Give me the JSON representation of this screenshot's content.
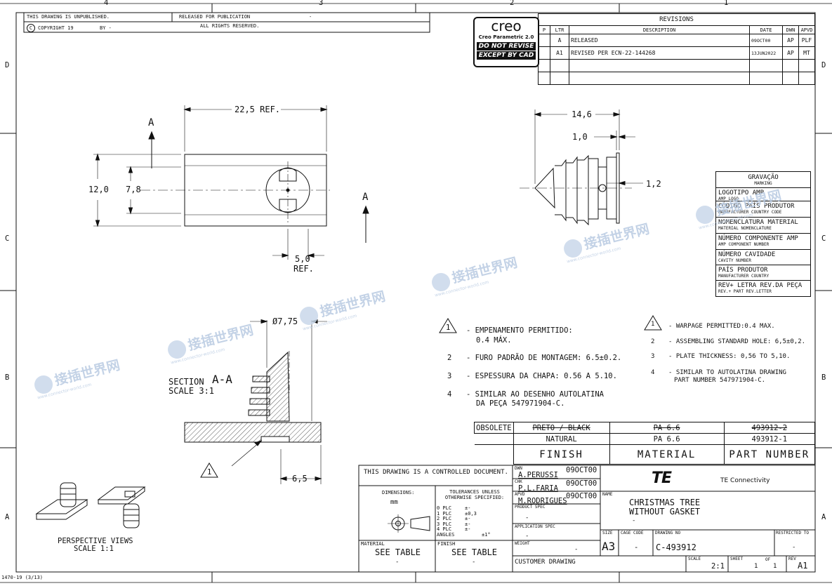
{
  "header": {
    "unpublished": "THIS DRAWING IS UNPUBLISHED.",
    "released_for_publication": "RELEASED FOR PUBLICATION",
    "released_dash": "-",
    "copyright": "COPYRIGHT 19",
    "by": "BY -",
    "all_rights": "ALL RIGHTS RESERVED."
  },
  "zones": {
    "columns": [
      "4",
      "3",
      "2",
      "1"
    ],
    "rows": [
      "D",
      "C",
      "B",
      "A"
    ]
  },
  "creo_stamp": {
    "logo": "creo",
    "product": "Creo Parametric 2.0",
    "line1": "DO NOT REVISE",
    "line2": "EXCEPT BY CAD"
  },
  "revisions": {
    "title": "REVISIONS",
    "headers": [
      "P",
      "LTR",
      "DESCRIPTION",
      "DATE",
      "DWN",
      "APVD"
    ],
    "rows": [
      {
        "p": "",
        "ltr": "A",
        "desc": "RELEASED",
        "date": "09OCT00",
        "dwn": "AP",
        "apvd": "PLF"
      },
      {
        "p": "",
        "ltr": "A1",
        "desc": "REVISED PER ECN-22-144268",
        "date": "13JUN2022",
        "dwn": "AP",
        "apvd": "MT"
      }
    ]
  },
  "dimensions": {
    "d22_5": "22,5 REF.",
    "d12_0": "12,0",
    "d7_8": "7,8",
    "d5_0": "5,0",
    "ref": "REF.",
    "d14_6": "14,6",
    "d1_0": "1,0",
    "d1_2": "1,2",
    "d7_75": "Ø7,75",
    "d6_5": "6,5",
    "section_letter_a": "A"
  },
  "views": {
    "section_label": "SECTION",
    "section_name": "A-A",
    "section_scale": "SCALE  3:1",
    "perspective_label": "PERSPECTIVE VIEWS",
    "perspective_scale": "SCALE  1:1",
    "note_flag": "1"
  },
  "marking": {
    "title": "GRAVAÇÃO",
    "subtitle": "MARKING",
    "items": [
      {
        "main": "LOGOTIPO AMP",
        "sub": "AMP LOGO"
      },
      {
        "main": "CÓDIGO PAÍS PRODUTOR",
        "sub": "MANUFACTURER COUNTRY CODE"
      },
      {
        "main": "NOMENCLATURA MATERIAL",
        "sub": "MATERIAL NOMENCLATURE"
      },
      {
        "main": "NÚMERO COMPONENTE AMP",
        "sub": "AMP COMPONENT NUMBER"
      },
      {
        "main": "NÚMERO CAVIDADE",
        "sub": "CAVITY NUMBER"
      },
      {
        "main": "PAÍS PRODUTOR",
        "sub": "MANUFACTURER COUNTRY"
      },
      {
        "main": "REV+ LETRA REV.DA PEÇA",
        "sub": "REV.+ PART REV.LETTER"
      }
    ]
  },
  "notes_pt": [
    {
      "num": "1",
      "line1": "- EMPENAMENTO PERMITIDO:",
      "line2": "0.4 MÁX."
    },
    {
      "num": "2",
      "line1": "- FURO PADRÃO DE MONTAGEM: 6.5±0.2.",
      "line2": ""
    },
    {
      "num": "3",
      "line1": "- ESPESSURA DA CHAPA: 0.56 A 5.10.",
      "line2": ""
    },
    {
      "num": "4",
      "line1": "- SIMILAR AO DESENHO AUTOLATINA",
      "line2": "DA PEÇA 547971904-C."
    }
  ],
  "notes_en": [
    {
      "num": "1",
      "line1": "- WARPAGE PERMITTED:0.4 MAX.",
      "line2": ""
    },
    {
      "num": "2",
      "line1": "- ASSEMBLING STANDARD HOLE: 6,5±0,2.",
      "line2": ""
    },
    {
      "num": "3",
      "line1": "- PLATE THICKNESS: 0,56 TO 5,10.",
      "line2": ""
    },
    {
      "num": "4",
      "line1": "- SIMILAR TO AUTOLATINA DRAWING",
      "line2": "PART NUMBER 547971904-C."
    }
  ],
  "finish_table": {
    "obsolete": "OBSOLETE",
    "rows": [
      {
        "finish": "PRETO / BLACK",
        "material": "PA 6.6",
        "part": "493912-2",
        "struck": true
      },
      {
        "finish": "NATURAL",
        "material": "PA 6.6",
        "part": "493912-1",
        "struck": false
      }
    ],
    "headers": {
      "finish": "FINISH",
      "material": "MATERIAL",
      "part": "PART NUMBER"
    }
  },
  "title_block": {
    "controlled": "THIS DRAWING IS A CONTROLLED DOCUMENT.",
    "dimensions_label": "DIMENSIONS:",
    "dimensions_unit": "mm",
    "tolerances": "TOLERANCES UNLESS OTHERWISE SPECIFIED:",
    "tol_rows": [
      {
        "label": "0 PLC",
        "value": "±-"
      },
      {
        "label": "1 PLC",
        "value": "±0,3"
      },
      {
        "label": "2 PLC",
        "value": "±-"
      },
      {
        "label": "3 PLC",
        "value": "±-"
      },
      {
        "label": "4 PLC",
        "value": "±-"
      },
      {
        "label": "ANGLES",
        "value": "±1°"
      }
    ],
    "material_label": "MATERIAL",
    "material_value": "SEE TABLE",
    "material_dash": "-",
    "finish_label": "FINISH",
    "finish_value": "SEE TABLE",
    "finish_dash": "-",
    "dwn_label": "DWN",
    "dwn_name": "A.PERUSSI",
    "dwn_date": "09OCT00",
    "chk_label": "CHK",
    "chk_name": "P.L.FARIA",
    "chk_date": "09OCT00",
    "apvd_label": "APVD",
    "apvd_name": "M.RODRIGUES",
    "apvd_date": "09OCT00",
    "product_spec_label": "PRODUCT SPEC",
    "product_spec_value": "-",
    "application_spec_label": "APPLICATION SPEC",
    "application_spec_value": "-",
    "weight_label": "WEIGHT",
    "weight_value": "-",
    "customer_drawing": "CUSTOMER DRAWING",
    "company_logo": "TE",
    "company_name": "TE Connectivity",
    "name_label": "NAME",
    "name_line1": "CHRISTMAS TREE",
    "name_line2": "WITHOUT GASKET",
    "name_line3": "-",
    "size_label": "SIZE",
    "size_value": "A3",
    "cage_label": "CAGE CODE",
    "cage_value": "-",
    "drawing_no_label": "DRAWING NO",
    "drawing_no_value": "C-493912",
    "restricted_label": "RESTRICTED TO",
    "restricted_value": "-",
    "scale_label": "SCALE",
    "scale_value": "2:1",
    "sheet_label": "SHEET",
    "sheet_value": "1",
    "sheet_of": "OF",
    "sheet_total": "1",
    "rev_label": "REV",
    "rev_value": "A1"
  },
  "form_number": "1470-19 (3/13)",
  "watermark": {
    "text": "接插世界网",
    "url": "www.connector-world.com"
  }
}
